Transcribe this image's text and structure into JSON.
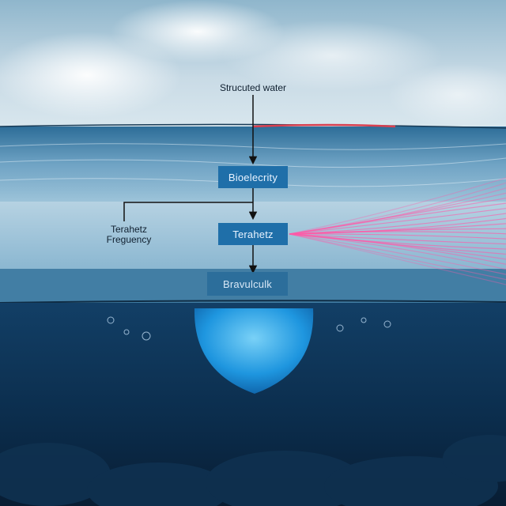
{
  "diagram": {
    "top_label": "Strucuted water",
    "side_label_line1": "Terahetz",
    "side_label_line2": "Freguency",
    "boxes": [
      {
        "text": "Bioelecrity"
      },
      {
        "text": "Terahetz"
      },
      {
        "text": "Bravulculk"
      }
    ]
  },
  "colors": {
    "box_fill": "#1f6fa9",
    "box_fill_dim": "#2a6d9b",
    "beam": "#ff5aa8",
    "water_deep": "#0b2a45",
    "sky": "#cfe0ea"
  }
}
